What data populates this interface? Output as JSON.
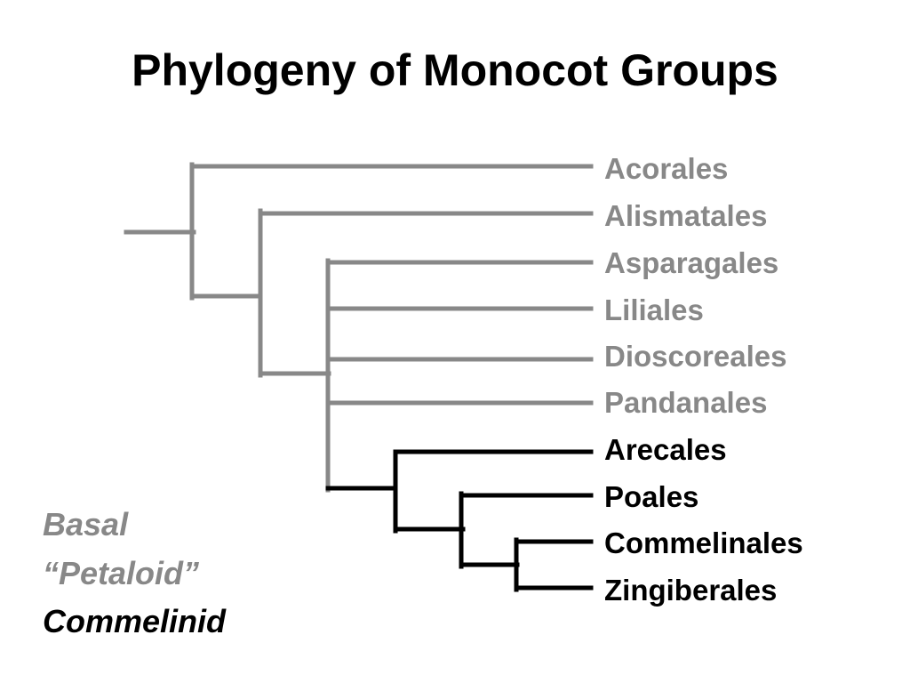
{
  "slide": {
    "title": "Phylogeny of Monocot Groups"
  },
  "colors": {
    "basal": "#888888",
    "petaloid": "#888888",
    "commelinid": "#000000"
  },
  "taxa": [
    {
      "name": "Acorales",
      "group": "basal"
    },
    {
      "name": "Alismatales",
      "group": "basal"
    },
    {
      "name": "Asparagales",
      "group": "petaloid"
    },
    {
      "name": "Liliales",
      "group": "petaloid"
    },
    {
      "name": "Dioscoreales",
      "group": "petaloid"
    },
    {
      "name": "Pandanales",
      "group": "petaloid"
    },
    {
      "name": "Arecales",
      "group": "commelinid"
    },
    {
      "name": "Poales",
      "group": "commelinid"
    },
    {
      "name": "Commelinales",
      "group": "commelinid"
    },
    {
      "name": "Zingiberales",
      "group": "commelinid"
    }
  ],
  "legend": [
    {
      "label": "Basal",
      "group": "basal"
    },
    {
      "label": "“Petaloid”",
      "group": "petaloid"
    },
    {
      "label": "Commelinid",
      "group": "commelinid"
    }
  ]
}
